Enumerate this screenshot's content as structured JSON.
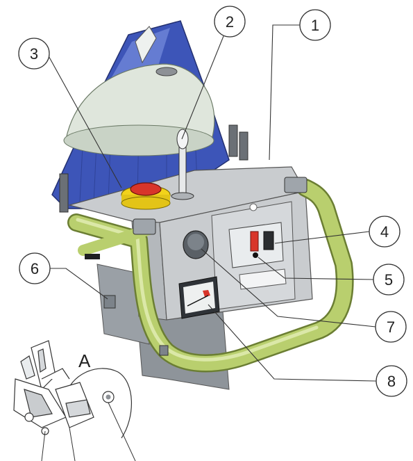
{
  "callouts": [
    {
      "label": "1"
    },
    {
      "label": "2"
    },
    {
      "label": "3"
    },
    {
      "label": "4"
    },
    {
      "label": "5"
    },
    {
      "label": "6"
    },
    {
      "label": "7"
    },
    {
      "label": "8"
    }
  ],
  "detail_label": "A",
  "colors": {
    "frame_green": "#b9cf6e",
    "frame_green_dark": "#8fa64a",
    "tank_blue": "#3d55b8",
    "tank_light": "#dfe6dc",
    "housing_gray": "#c9cccf",
    "housing_dark": "#8d9196",
    "button_red": "#d8352a",
    "button_yellow": "#f2d21b",
    "line": "#333333"
  }
}
